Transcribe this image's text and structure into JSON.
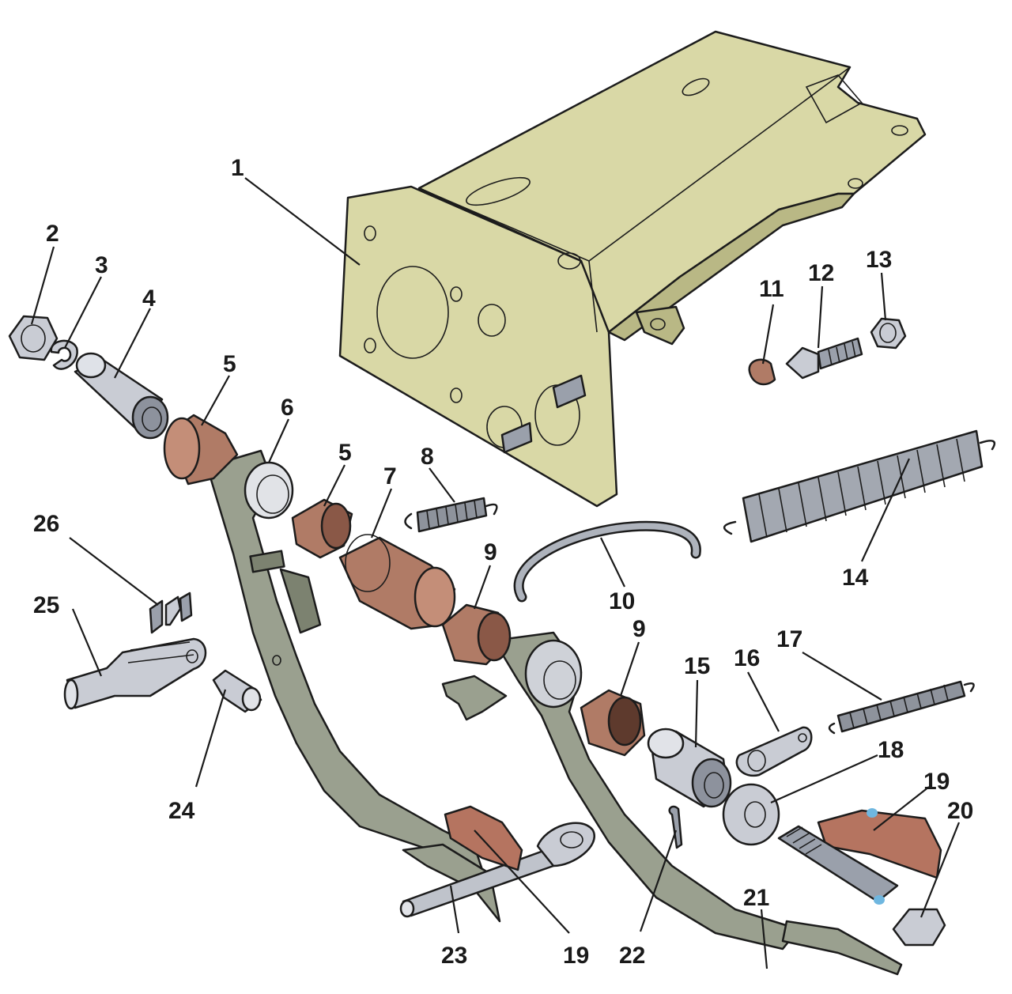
{
  "colors": {
    "bracket": "#d9d8a6",
    "bracket_shade": "#b9b885",
    "pedal": "#9aa08f",
    "pedal_shade": "#7c8270",
    "bushing": "#b07b66",
    "bushing_shade": "#8a5847",
    "steel": "#c9ccd4",
    "steel_shade": "#8d929d",
    "pad": "#b57460",
    "label": "#1a1a1a"
  },
  "callouts": [
    {
      "id": "1",
      "text": "1"
    },
    {
      "id": "2",
      "text": "2"
    },
    {
      "id": "3",
      "text": "3"
    },
    {
      "id": "4",
      "text": "4"
    },
    {
      "id": "5a",
      "text": "5"
    },
    {
      "id": "5b",
      "text": "5"
    },
    {
      "id": "6",
      "text": "6"
    },
    {
      "id": "7",
      "text": "7"
    },
    {
      "id": "8",
      "text": "8"
    },
    {
      "id": "9a",
      "text": "9"
    },
    {
      "id": "9b",
      "text": "9"
    },
    {
      "id": "10",
      "text": "10"
    },
    {
      "id": "11",
      "text": "11"
    },
    {
      "id": "12",
      "text": "12"
    },
    {
      "id": "13",
      "text": "13"
    },
    {
      "id": "14",
      "text": "14"
    },
    {
      "id": "15",
      "text": "15"
    },
    {
      "id": "16",
      "text": "16"
    },
    {
      "id": "17",
      "text": "17"
    },
    {
      "id": "18",
      "text": "18"
    },
    {
      "id": "19a",
      "text": "19"
    },
    {
      "id": "19b",
      "text": "19"
    },
    {
      "id": "20",
      "text": "20"
    },
    {
      "id": "21",
      "text": "21"
    },
    {
      "id": "22",
      "text": "22"
    },
    {
      "id": "23",
      "text": "23"
    },
    {
      "id": "24",
      "text": "24"
    },
    {
      "id": "25",
      "text": "25"
    },
    {
      "id": "26",
      "text": "26"
    }
  ]
}
